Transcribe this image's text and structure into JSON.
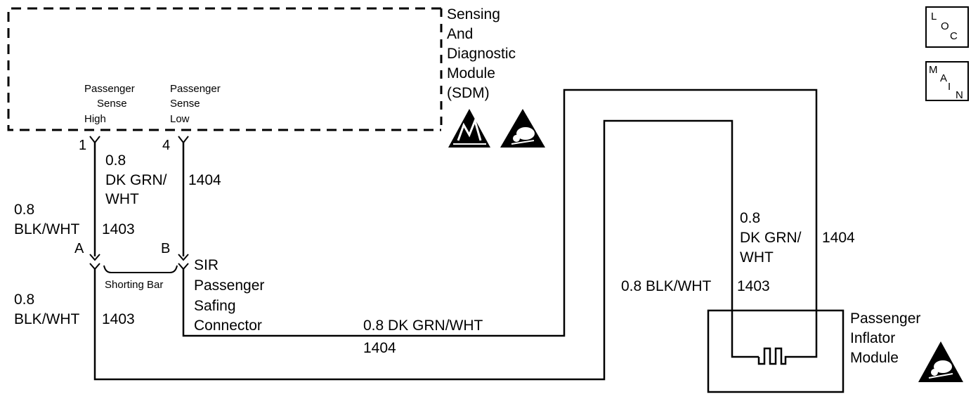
{
  "sdm": {
    "name_lines": [
      "Sensing",
      "And",
      "Diagnostic",
      "Module",
      "(SDM)"
    ],
    "pin_high": {
      "number": "1",
      "label_lines": [
        "Passenger",
        "Sense",
        "High"
      ]
    },
    "pin_low": {
      "number": "4",
      "label_lines": [
        "Passenger",
        "Sense",
        "Low"
      ]
    }
  },
  "wires": {
    "high_upper": {
      "size": "0.8",
      "color": "BLK/WHT",
      "circuit": "1403"
    },
    "low_upper": {
      "size": "0.8",
      "color_lines": [
        "DK GRN/",
        "WHT"
      ],
      "circuit": "1404"
    },
    "high_lower": {
      "size": "0.8",
      "color": "BLK/WHT",
      "circuit": "1403"
    },
    "low_route": {
      "label": "0.8 DK GRN/WHT",
      "circuit": "1404"
    },
    "inflator_grn": {
      "size": "0.8",
      "color_lines": [
        "DK GRN/",
        "WHT"
      ],
      "circuit": "1404"
    },
    "inflator_blk": {
      "label": "0.8 BLK/WHT",
      "circuit": "1403"
    }
  },
  "connector": {
    "pin_a": "A",
    "pin_b": "B",
    "shorting_bar": "Shorting Bar",
    "name_lines": [
      "SIR",
      "Passenger",
      "Safing",
      "Connector"
    ]
  },
  "inflator": {
    "name_lines": [
      "Passenger",
      "Inflator",
      "Module"
    ]
  },
  "corner_icons": {
    "loc": [
      "L",
      "O",
      "C"
    ],
    "main": [
      "M",
      "A",
      "I",
      "N"
    ]
  },
  "icons": [
    "esd-warning-icon",
    "airbag-warning-icon"
  ]
}
